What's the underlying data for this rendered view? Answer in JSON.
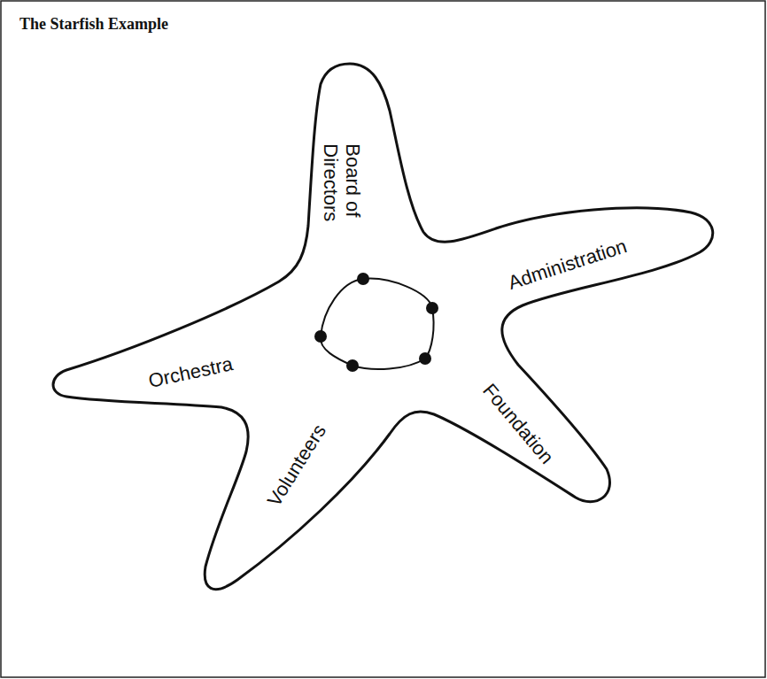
{
  "diagram": {
    "title": "The Starfish Example",
    "nodes": [
      {
        "text": [
          "Board of Directors",
          "Administration",
          "Foundation",
          "Volunteers",
          "Orchestra"
        ]
      }
    ]
  }
}
